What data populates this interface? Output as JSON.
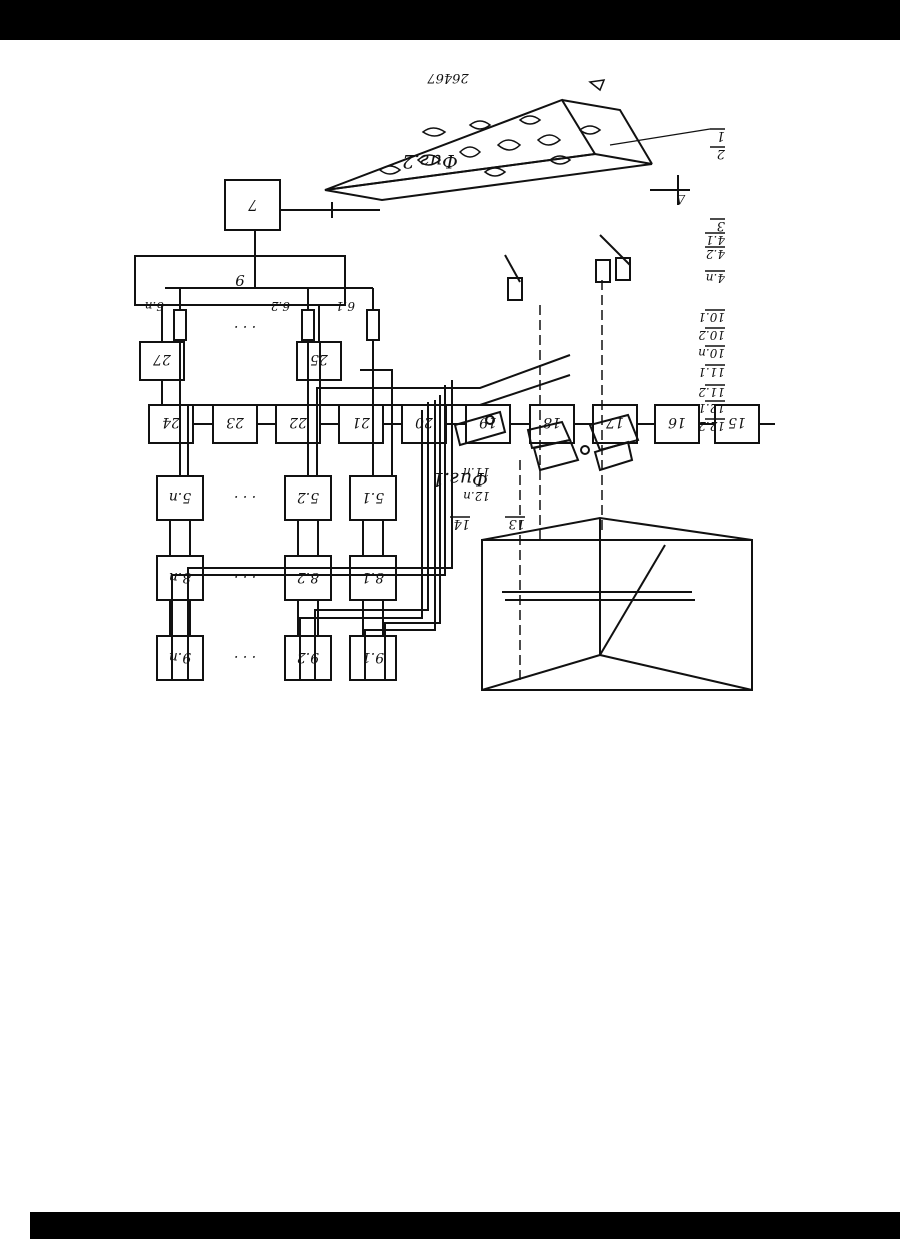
{
  "page": {
    "doc_number": "26467",
    "orientation": "rotated-180"
  },
  "figure2": {
    "caption": "Фиг.2",
    "chain": [
      "15",
      "16",
      "17",
      "18",
      "19",
      "20",
      "21",
      "22",
      "23",
      "24"
    ],
    "branch_upper": [
      "25",
      "27"
    ],
    "target": "9"
  },
  "figure1": {
    "caption": "Фиг.1",
    "columns": [
      {
        "block9": "9.1",
        "block8": "8.1",
        "block5": "5.1",
        "block6": "6.1"
      },
      {
        "block9": "9.2",
        "block8": "8.2",
        "block5": "5.2",
        "block6": "6.2"
      },
      {
        "block9": "9.n",
        "block8": "8.n",
        "block5": "5.n",
        "block6": "6.n"
      }
    ],
    "ellipsis": "· · ·",
    "block7": "7",
    "callouts": [
      "1",
      "2",
      "3",
      "4.1",
      "4.2",
      "4.n",
      "10.1",
      "10.2",
      "10.n",
      "11.1",
      "11.2",
      "12.1",
      "12.2",
      "11.n",
      "12.n",
      "13",
      "14"
    ],
    "delta": "Δ"
  },
  "colors": {
    "ink": "#111111",
    "paper": "#ffffff",
    "band": "#000000"
  }
}
